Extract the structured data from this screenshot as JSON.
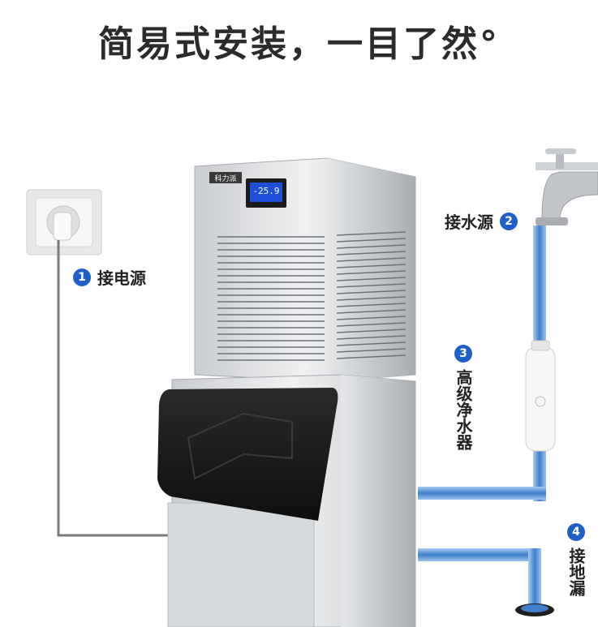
{
  "headline": "简易式安装，一目了然°",
  "steps": [
    {
      "number": "1",
      "label": "接电源"
    },
    {
      "number": "2",
      "label": "接水源"
    },
    {
      "number": "3",
      "label": "高级净水器"
    },
    {
      "number": "4",
      "label": "接地漏"
    }
  ],
  "display": {
    "readout": "-25.9"
  },
  "brand": {
    "logo_text": "科力派"
  },
  "colors": {
    "badge": "#1f5fc8",
    "pipe": "#6aa0dc",
    "steel": "#d9dcdf",
    "bin_door": "#1c1c1c"
  }
}
